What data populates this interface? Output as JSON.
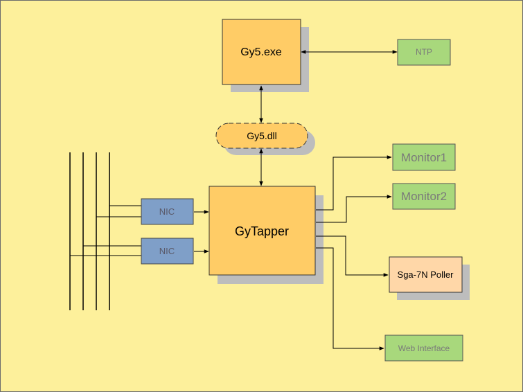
{
  "nodes": {
    "gy5exe": "Gy5.exe",
    "ntp": "NTP",
    "gy5dll": "Gy5.dll",
    "monitor1": "Monitor1",
    "monitor2": "Monitor2",
    "gytapper": "GyTapper",
    "nic1": "NIC",
    "nic2": "NIC",
    "poller": "Sga-7N Poller",
    "web": "Web Interface"
  },
  "colors": {
    "background": "#fdf09b",
    "orange_box": "#ffcc66",
    "green_box": "#a8d87c",
    "blue_box": "#7f9fc8",
    "peach_box": "#ffd7a8",
    "shadow": "#bdbdbd",
    "grey_text": "#7a7a7a"
  }
}
